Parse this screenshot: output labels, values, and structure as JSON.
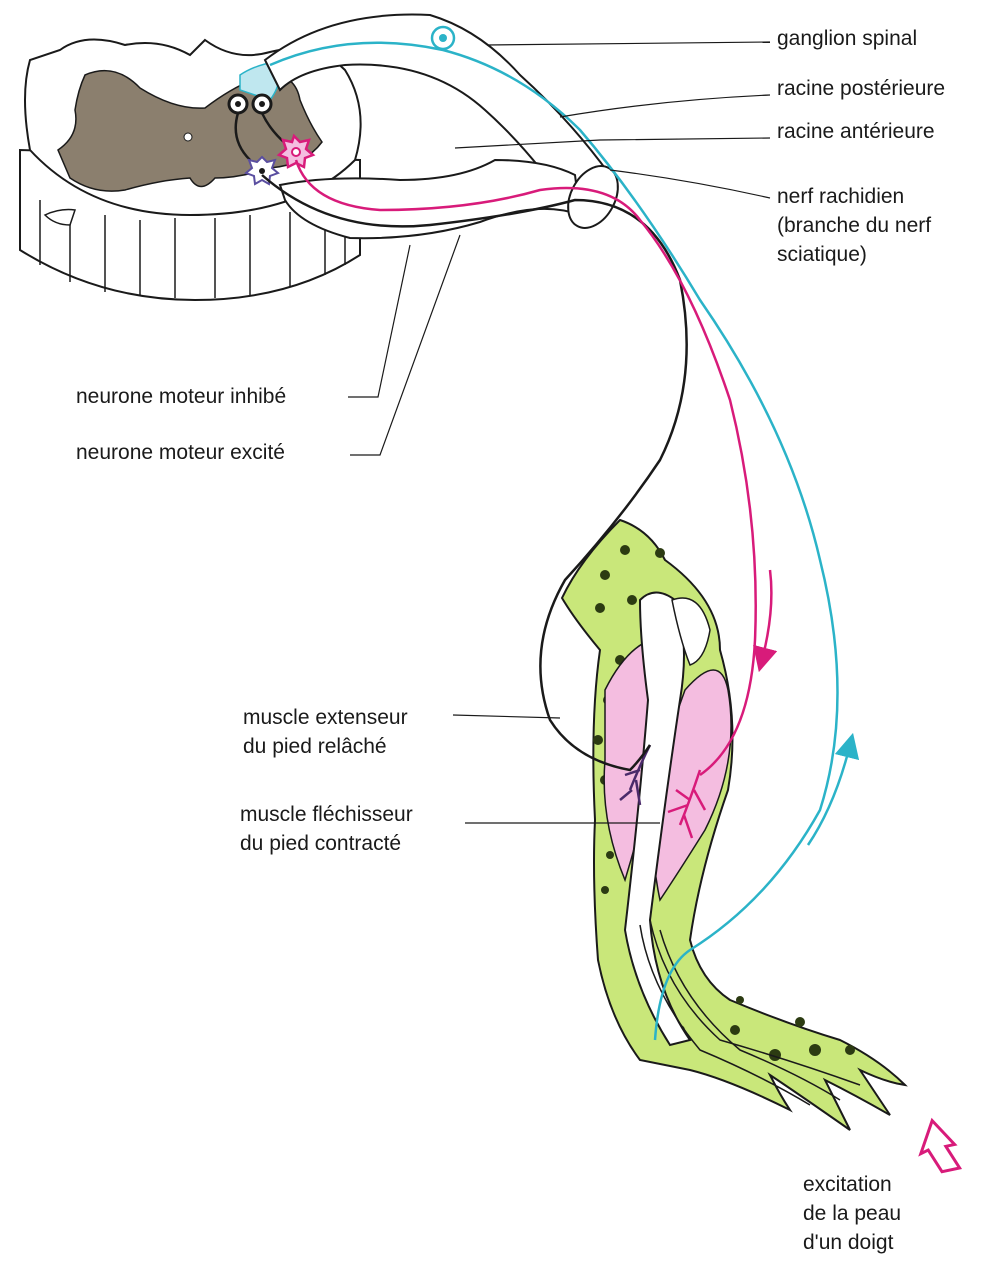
{
  "labels": {
    "ganglion_spinal": "ganglion spinal",
    "racine_posterieure": "racine postérieure",
    "racine_anterieure": "racine antérieure",
    "nerf_rachidien": [
      "nerf rachidien",
      "(branche du nerf",
      "sciatique)"
    ],
    "neurone_inhibe": "neurone moteur inhibé",
    "neurone_excite": "neurone moteur excité",
    "muscle_extenseur": [
      "muscle extenseur",
      "du pied relâché"
    ],
    "muscle_flechisseur": [
      "muscle fléchisseur",
      "du pied contracté"
    ],
    "excitation": [
      "excitation",
      "de la peau",
      "d'un doigt"
    ]
  },
  "colors": {
    "grey_matter": "#8b7f6e",
    "sensory_neuron": "#2bb3c8",
    "excited_motor_neuron": "#d81b7a",
    "inhibited_motor_neuron": "#1a1a1a",
    "skin": "#c9e77a",
    "muscle": "#f4bde0",
    "bone": "#ffffff"
  }
}
